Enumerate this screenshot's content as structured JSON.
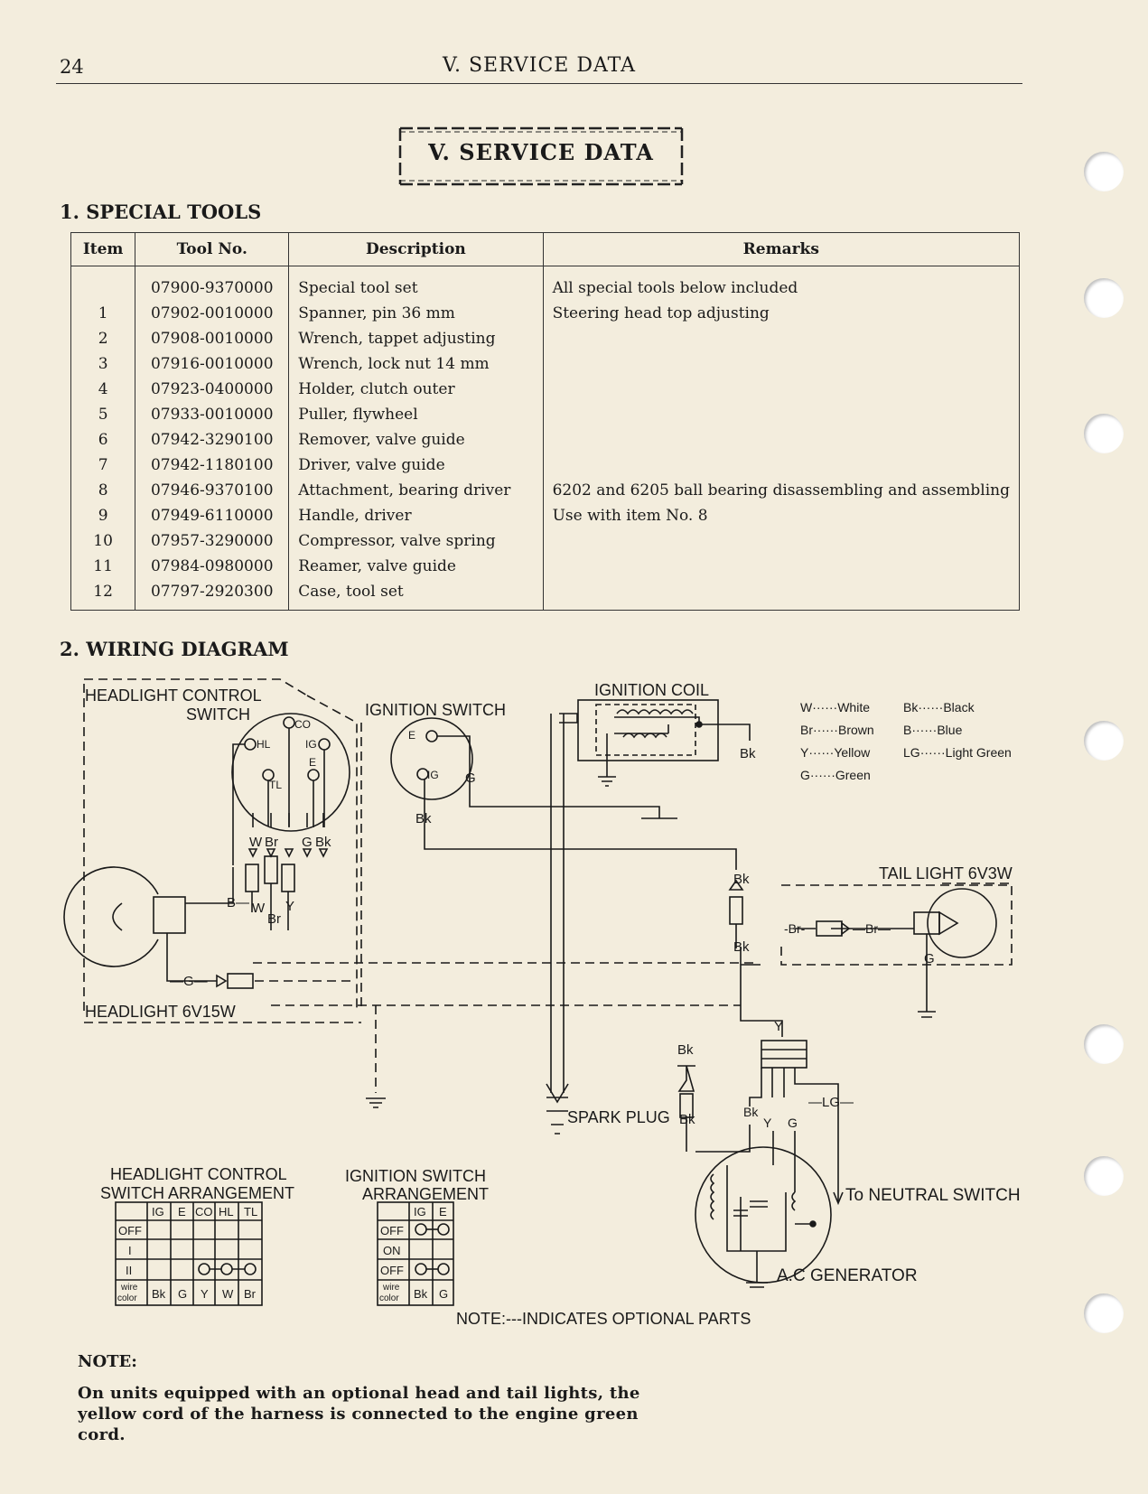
{
  "header": {
    "page_number": "24",
    "title": "V. SERVICE DATA"
  },
  "title_box": {
    "text": "V. SERVICE DATA"
  },
  "sections": {
    "special_tools": "1. SPECIAL TOOLS",
    "wiring_diagram": "2. WIRING DIAGRAM"
  },
  "tools_table": {
    "headers": [
      "Item",
      "Tool No.",
      "Description",
      "Remarks"
    ],
    "rows": [
      [
        "",
        "07900-9370000",
        "Special tool set",
        "All special tools below included"
      ],
      [
        "1",
        "07902-0010000",
        "Spanner, pin 36 mm",
        "Steering head top adjusting"
      ],
      [
        "2",
        "07908-0010000",
        "Wrench, tappet adjusting",
        ""
      ],
      [
        "3",
        "07916-0010000",
        "Wrench, lock nut 14 mm",
        ""
      ],
      [
        "4",
        "07923-0400000",
        "Holder, clutch outer",
        ""
      ],
      [
        "5",
        "07933-0010000",
        "Puller, flywheel",
        ""
      ],
      [
        "6",
        "07942-3290100",
        "Remover, valve guide",
        ""
      ],
      [
        "7",
        "07942-1180100",
        "Driver, valve guide",
        ""
      ],
      [
        "8",
        "07946-9370100",
        "Attachment, bearing driver",
        "6202 and 6205 ball bearing disassembling and assembling"
      ],
      [
        "9",
        "07949-6110000",
        "Handle, driver",
        "Use with item No. 8"
      ],
      [
        "10",
        "07957-3290000",
        "Compressor, valve spring",
        ""
      ],
      [
        "11",
        "07984-0980000",
        "Reamer, valve guide",
        ""
      ],
      [
        "12",
        "07797-2920300",
        "Case, tool set",
        ""
      ]
    ]
  },
  "wiring": {
    "labels": {
      "headlight_control_l1": "HEADLIGHT CONTROL",
      "headlight_control_l2": "SWITCH",
      "ignition_switch": "IGNITION SWITCH",
      "ignition_coil": "IGNITION COIL",
      "tail_light": "TAIL LIGHT 6V3W",
      "headlight": "HEADLIGHT 6V15W",
      "spark_plug": "SPARK PLUG",
      "neutral_switch": "To NEUTRAL SWITCH",
      "ac_generator": "A.C GENERATOR",
      "note": "NOTE:---INDICATES OPTIONAL PARTS"
    },
    "terminals": {
      "co": "CO",
      "hl": "HL",
      "ig": "IG",
      "e": "E",
      "tl": "TL"
    },
    "wires": {
      "w": "W",
      "br": "Br",
      "y": "Y",
      "g": "G",
      "bk": "Bk",
      "b": "B",
      "lg": "LG"
    },
    "inline_wires": {
      "b_wire": "—B—",
      "g_wire": "—G—",
      "br_wire": "-Br-",
      "br_wire2": "—Br—",
      "lg_wire": "—LG—"
    },
    "legend": [
      {
        "code": "W",
        "name": "White"
      },
      {
        "code": "Br",
        "name": "Brown"
      },
      {
        "code": "Y",
        "name": "Yellow"
      },
      {
        "code": "G",
        "name": "Green"
      },
      {
        "code": "Bk",
        "name": "Black"
      },
      {
        "code": "B",
        "name": "Blue"
      },
      {
        "code": "LG",
        "name": "Light Green"
      }
    ],
    "legend_dots": "······",
    "hl_switch_table": {
      "title_l1": "HEADLIGHT CONTROL",
      "title_l2": "SWITCH ARRANGEMENT",
      "columns": [
        "IG",
        "E",
        "CO",
        "HL",
        "TL"
      ],
      "rows": [
        "OFF",
        "I",
        "II"
      ],
      "wire_color_label_l1": "wire",
      "wire_color_label_l2": "color",
      "wire_colors": [
        "Bk",
        "G",
        "Y",
        "W",
        "Br"
      ]
    },
    "ig_switch_table": {
      "title_l1": "IGNITION SWITCH",
      "title_l2": "ARRANGEMENT",
      "columns": [
        "IG",
        "E"
      ],
      "rows": [
        "OFF",
        "ON",
        "OFF"
      ],
      "wire_color_label_l1": "wire",
      "wire_color_label_l2": "color",
      "wire_colors": [
        "Bk",
        "G"
      ]
    }
  },
  "note": {
    "heading": "NOTE:",
    "text": "On units equipped with an optional head and tail lights, the yellow cord of the harness is connected to the engine green cord."
  }
}
